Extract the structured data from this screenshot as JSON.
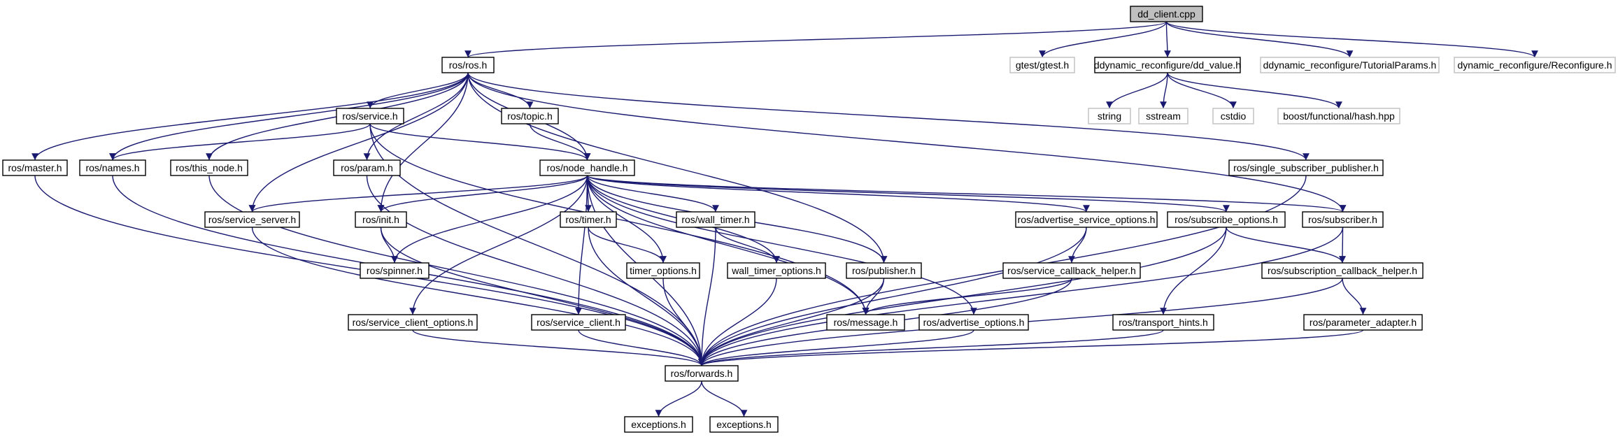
{
  "graph": {
    "root": "dd_client.cpp",
    "nodes": [
      {
        "id": "dd_client",
        "label": "dd_client.cpp",
        "kind": "root"
      },
      {
        "id": "ros_ros",
        "label": "ros/ros.h",
        "kind": "internal"
      },
      {
        "id": "gtest",
        "label": "gtest/gtest.h",
        "kind": "external"
      },
      {
        "id": "dd_value",
        "label": "ddynamic_reconfigure/dd_value.h",
        "kind": "internal"
      },
      {
        "id": "tutorial",
        "label": "ddynamic_reconfigure/TutorialParams.h",
        "kind": "external"
      },
      {
        "id": "reconfigure",
        "label": "dynamic_reconfigure/Reconfigure.h",
        "kind": "external"
      },
      {
        "id": "string",
        "label": "string",
        "kind": "external"
      },
      {
        "id": "sstream",
        "label": "sstream",
        "kind": "external"
      },
      {
        "id": "cstdio",
        "label": "cstdio",
        "kind": "external"
      },
      {
        "id": "boosthash",
        "label": "boost/functional/hash.hpp",
        "kind": "external"
      },
      {
        "id": "service",
        "label": "ros/service.h",
        "kind": "internal"
      },
      {
        "id": "topic",
        "label": "ros/topic.h",
        "kind": "internal"
      },
      {
        "id": "master",
        "label": "ros/master.h",
        "kind": "internal"
      },
      {
        "id": "names",
        "label": "ros/names.h",
        "kind": "internal"
      },
      {
        "id": "this_node",
        "label": "ros/this_node.h",
        "kind": "internal"
      },
      {
        "id": "param",
        "label": "ros/param.h",
        "kind": "internal"
      },
      {
        "id": "node_handle",
        "label": "ros/node_handle.h",
        "kind": "internal"
      },
      {
        "id": "ssp",
        "label": "ros/single_subscriber_publisher.h",
        "kind": "internal"
      },
      {
        "id": "service_server",
        "label": "ros/service_server.h",
        "kind": "internal"
      },
      {
        "id": "init",
        "label": "ros/init.h",
        "kind": "internal"
      },
      {
        "id": "timer",
        "label": "ros/timer.h",
        "kind": "internal"
      },
      {
        "id": "wall_timer",
        "label": "ros/wall_timer.h",
        "kind": "internal"
      },
      {
        "id": "aso",
        "label": "ros/advertise_service_options.h",
        "kind": "internal"
      },
      {
        "id": "sub_opts",
        "label": "ros/subscribe_options.h",
        "kind": "internal"
      },
      {
        "id": "subscriber",
        "label": "ros/subscriber.h",
        "kind": "internal"
      },
      {
        "id": "spinner",
        "label": "ros/spinner.h",
        "kind": "internal"
      },
      {
        "id": "timer_options",
        "label": "timer_options.h",
        "kind": "internal"
      },
      {
        "id": "wall_timer_options",
        "label": "wall_timer_options.h",
        "kind": "internal"
      },
      {
        "id": "publisher",
        "label": "ros/publisher.h",
        "kind": "internal"
      },
      {
        "id": "sch",
        "label": "ros/service_callback_helper.h",
        "kind": "internal"
      },
      {
        "id": "subch",
        "label": "ros/subscription_callback_helper.h",
        "kind": "internal"
      },
      {
        "id": "sco",
        "label": "ros/service_client_options.h",
        "kind": "internal"
      },
      {
        "id": "service_client",
        "label": "ros/service_client.h",
        "kind": "internal"
      },
      {
        "id": "message",
        "label": "ros/message.h",
        "kind": "internal"
      },
      {
        "id": "ao",
        "label": "ros/advertise_options.h",
        "kind": "internal"
      },
      {
        "id": "transport_hints",
        "label": "ros/transport_hints.h",
        "kind": "internal"
      },
      {
        "id": "param_adapter",
        "label": "ros/parameter_adapter.h",
        "kind": "internal"
      },
      {
        "id": "forwards",
        "label": "ros/forwards.h",
        "kind": "internal"
      },
      {
        "id": "exc1",
        "label": "exceptions.h",
        "kind": "internal"
      },
      {
        "id": "exc2",
        "label": "exceptions.h",
        "kind": "internal"
      }
    ],
    "edges": [
      [
        "dd_client",
        "ros_ros"
      ],
      [
        "dd_client",
        "gtest"
      ],
      [
        "dd_client",
        "dd_value"
      ],
      [
        "dd_client",
        "tutorial"
      ],
      [
        "dd_client",
        "reconfigure"
      ],
      [
        "dd_value",
        "string"
      ],
      [
        "dd_value",
        "sstream"
      ],
      [
        "dd_value",
        "cstdio"
      ],
      [
        "dd_value",
        "boosthash"
      ],
      [
        "ros_ros",
        "master"
      ],
      [
        "ros_ros",
        "names"
      ],
      [
        "ros_ros",
        "this_node"
      ],
      [
        "ros_ros",
        "service"
      ],
      [
        "ros_ros",
        "param"
      ],
      [
        "ros_ros",
        "topic"
      ],
      [
        "ros_ros",
        "node_handle"
      ],
      [
        "ros_ros",
        "service_server"
      ],
      [
        "ros_ros",
        "init"
      ],
      [
        "ros_ros",
        "publisher"
      ],
      [
        "ros_ros",
        "ssp"
      ],
      [
        "ros_ros",
        "subscriber"
      ],
      [
        "service",
        "names"
      ],
      [
        "service",
        "node_handle"
      ],
      [
        "service",
        "forwards"
      ],
      [
        "service",
        "message"
      ],
      [
        "topic",
        "node_handle"
      ],
      [
        "master",
        "forwards"
      ],
      [
        "names",
        "forwards"
      ],
      [
        "this_node",
        "forwards"
      ],
      [
        "param",
        "forwards"
      ],
      [
        "node_handle",
        "service_server"
      ],
      [
        "node_handle",
        "init"
      ],
      [
        "node_handle",
        "spinner"
      ],
      [
        "node_handle",
        "sco"
      ],
      [
        "node_handle",
        "forwards"
      ],
      [
        "node_handle",
        "service_client"
      ],
      [
        "node_handle",
        "timer"
      ],
      [
        "node_handle",
        "timer_options"
      ],
      [
        "node_handle",
        "wall_timer"
      ],
      [
        "node_handle",
        "wall_timer_options"
      ],
      [
        "node_handle",
        "publisher"
      ],
      [
        "node_handle",
        "message"
      ],
      [
        "node_handle",
        "ao"
      ],
      [
        "node_handle",
        "aso"
      ],
      [
        "node_handle",
        "sub_opts"
      ],
      [
        "node_handle",
        "subscriber"
      ],
      [
        "ssp",
        "forwards"
      ],
      [
        "service_server",
        "forwards"
      ],
      [
        "init",
        "spinner"
      ],
      [
        "init",
        "forwards"
      ],
      [
        "timer",
        "timer_options"
      ],
      [
        "timer",
        "forwards"
      ],
      [
        "wall_timer",
        "wall_timer_options"
      ],
      [
        "wall_timer",
        "forwards"
      ],
      [
        "aso",
        "sch"
      ],
      [
        "aso",
        "forwards"
      ],
      [
        "sub_opts",
        "transport_hints"
      ],
      [
        "sub_opts",
        "subch"
      ],
      [
        "sub_opts",
        "forwards"
      ],
      [
        "subscriber",
        "subch"
      ],
      [
        "subscriber",
        "forwards"
      ],
      [
        "timer_options",
        "forwards"
      ],
      [
        "wall_timer_options",
        "forwards"
      ],
      [
        "publisher",
        "message"
      ],
      [
        "publisher",
        "forwards"
      ],
      [
        "sch",
        "message"
      ],
      [
        "sch",
        "forwards"
      ],
      [
        "subch",
        "param_adapter"
      ],
      [
        "subch",
        "forwards"
      ],
      [
        "sco",
        "forwards"
      ],
      [
        "service_client",
        "forwards"
      ],
      [
        "ao",
        "forwards"
      ],
      [
        "transport_hints",
        "forwards"
      ],
      [
        "param_adapter",
        "forwards"
      ],
      [
        "forwards",
        "exc1"
      ],
      [
        "forwards",
        "exc2"
      ]
    ]
  },
  "colors": {
    "edge": "#191970",
    "root_fill": "#bfbfbf",
    "external_border": "#bfbfbf",
    "internal_border": "#000000"
  }
}
